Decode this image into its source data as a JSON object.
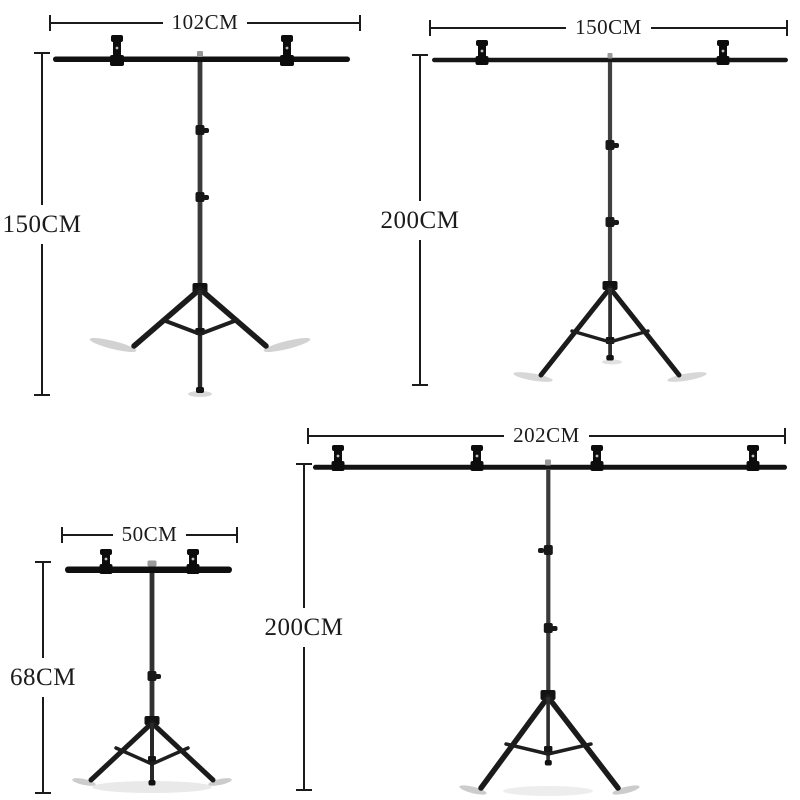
{
  "background_color": "#ffffff",
  "dimension_color": "#1b1b1b",
  "stand_color": "#141414",
  "stands": [
    {
      "position": "top-left",
      "width_label": "102CM",
      "height_label": "150CM",
      "clamp_count": 2
    },
    {
      "position": "top-right",
      "width_label": "150CM",
      "height_label": "200CM",
      "clamp_count": 2
    },
    {
      "position": "bottom-left",
      "width_label": "50CM",
      "height_label": "68CM",
      "clamp_count": 2
    },
    {
      "position": "bottom-right",
      "width_label": "202CM",
      "height_label": "200CM",
      "clamp_count": 4
    }
  ]
}
